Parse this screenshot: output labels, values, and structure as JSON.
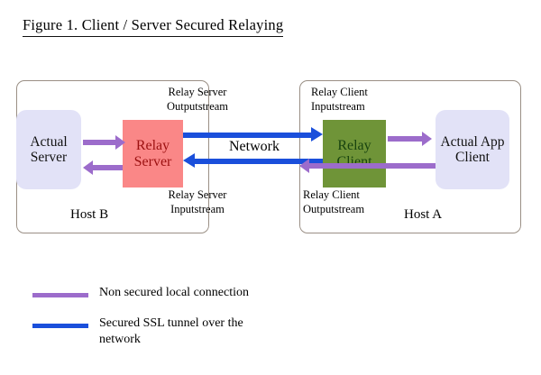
{
  "figure": {
    "title": "Figure 1. Client / Server Secured Relaying",
    "background_color": "#ffffff"
  },
  "hosts": [
    {
      "id": "host-b",
      "label": "Host B",
      "border_color": "#9a8f85"
    },
    {
      "id": "host-a",
      "label": "Host A",
      "border_color": "#9a8f85"
    }
  ],
  "nodes": [
    {
      "id": "actual-server",
      "label": "Actual\nServer",
      "line1": "Actual",
      "line2": "Server",
      "fill": "#e2e2f7",
      "text_color": "#111111",
      "shape": "rounded"
    },
    {
      "id": "relay-server",
      "label": "Relay\nServer",
      "line1": "Relay",
      "line2": "Server",
      "fill": "#fa8787",
      "text_color": "#9c1111",
      "shape": "square"
    },
    {
      "id": "relay-client",
      "label": "Relay\nClient",
      "line1": "Relay",
      "line2": "Client",
      "fill": "#6f9438",
      "text_color": "#18430f",
      "shape": "square"
    },
    {
      "id": "actual-app-client",
      "label": "Actual App\nClient",
      "line1": "Actual App",
      "line2": "Client",
      "fill": "#e2e2f7",
      "text_color": "#111111",
      "shape": "rounded"
    }
  ],
  "captions": {
    "relay_server_outputstream_l1": "Relay Server",
    "relay_server_outputstream_l2": "Outputstream",
    "relay_server_inputstream_l1": "Relay Server",
    "relay_server_inputstream_l2": "Inputstream",
    "relay_client_inputstream_l1": "Relay Client",
    "relay_client_inputstream_l2": "Inputstream",
    "relay_client_outputstream_l1": "Relay Client",
    "relay_client_outputstream_l2": "Outputstream",
    "network": "Network"
  },
  "legend": {
    "items": [
      {
        "color": "#9c6ccb",
        "label": "Non secured local connection"
      },
      {
        "color": "#1a4fdb",
        "label": "Secured SSL tunnel over the network"
      }
    ],
    "blue_label_line1": "Secured SSL tunnel over the",
    "blue_label_line2": "network",
    "purple_label": "Non secured local connection"
  },
  "arrows": [
    {
      "id": "arrow-actual-server-to-relay-server",
      "color": "#9c6ccb",
      "direction": "right",
      "kind": "local"
    },
    {
      "id": "arrow-relay-server-to-actual-server",
      "color": "#9c6ccb",
      "direction": "left",
      "kind": "local"
    },
    {
      "id": "arrow-relay-server-to-relay-client",
      "color": "#1a4fdb",
      "direction": "right",
      "kind": "ssl"
    },
    {
      "id": "arrow-relay-client-to-relay-server",
      "color": "#1a4fdb",
      "direction": "left",
      "kind": "ssl"
    },
    {
      "id": "arrow-relay-client-to-app-client",
      "color": "#9c6ccb",
      "direction": "right",
      "kind": "local"
    },
    {
      "id": "arrow-app-client-to-relay-client",
      "color": "#9c6ccb",
      "direction": "left",
      "kind": "local"
    }
  ]
}
